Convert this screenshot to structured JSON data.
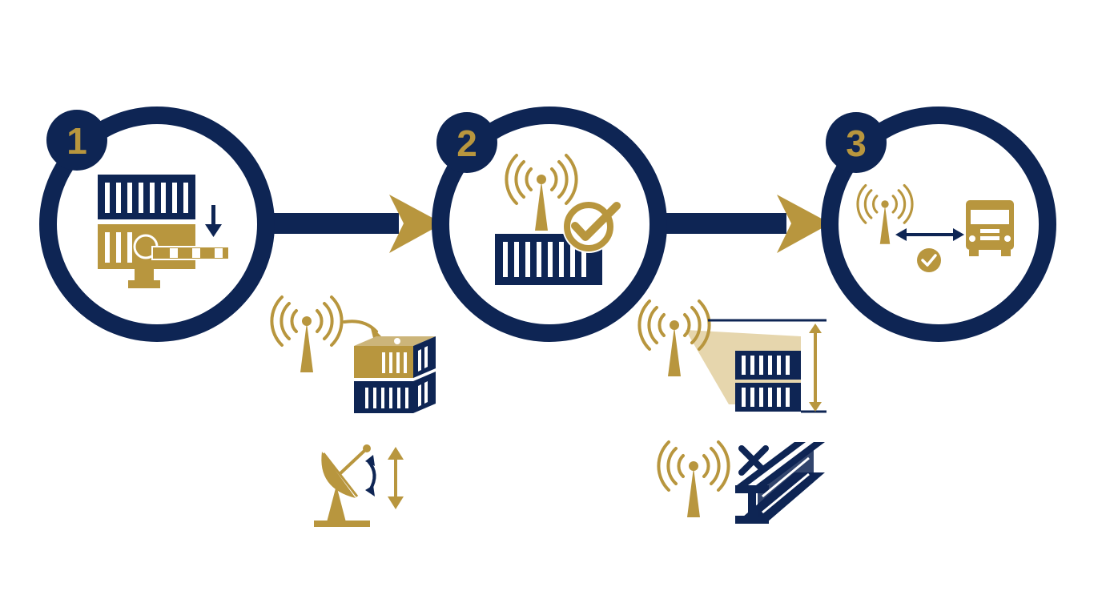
{
  "colors": {
    "navy": "#0e2554",
    "gold": "#b8963e",
    "gold_light": "#e6d6ad",
    "background": "#ffffff"
  },
  "steps": [
    {
      "number": "1",
      "icon": "gate-barrier-container-icon",
      "sub_icons": [
        "antenna-to-container-stack-icon",
        "satellite-dish-tilt-icon"
      ]
    },
    {
      "number": "2",
      "icon": "antenna-container-verified-icon",
      "sub_icons": [
        "antenna-scan-container-height-icon",
        "antenna-steel-beam-blocked-icon"
      ]
    },
    {
      "number": "3",
      "icon": "antenna-truck-link-verified-icon",
      "sub_icons": []
    }
  ],
  "arrows": [
    "arrow-1-to-2",
    "arrow-2-to-3"
  ]
}
